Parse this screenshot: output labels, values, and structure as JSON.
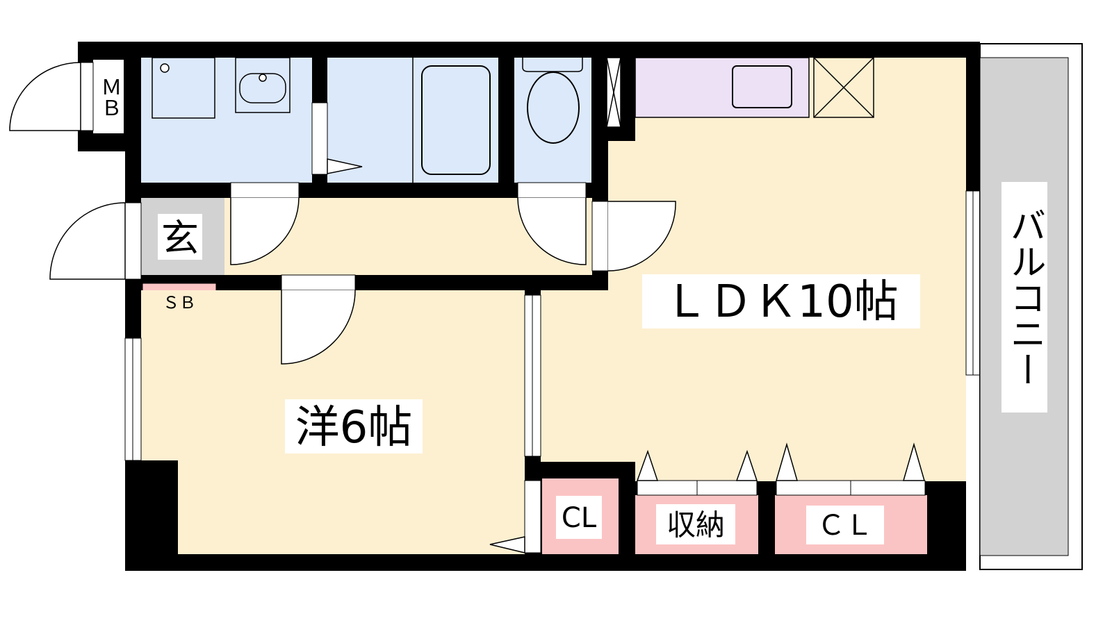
{
  "rooms": {
    "mb": "ＭＢ",
    "entrance": "玄",
    "shoe_box": "ＳＢ",
    "western_room": "洋6帖",
    "ldk": "ＬＤＫ10帖",
    "balcony": "バルコニー",
    "closet_small": "CL",
    "storage": "収納",
    "closet_large": "ＣＬ"
  },
  "colors": {
    "wet_area": "#dce9fb",
    "living_floor": "#fdf0d1",
    "kitchen_counter": "#ece1f5",
    "storage": "#fbc4c4",
    "entrance_floor": "#d2d2d2",
    "balcony_floor": "#d2d2d2",
    "wall": "#000000"
  }
}
